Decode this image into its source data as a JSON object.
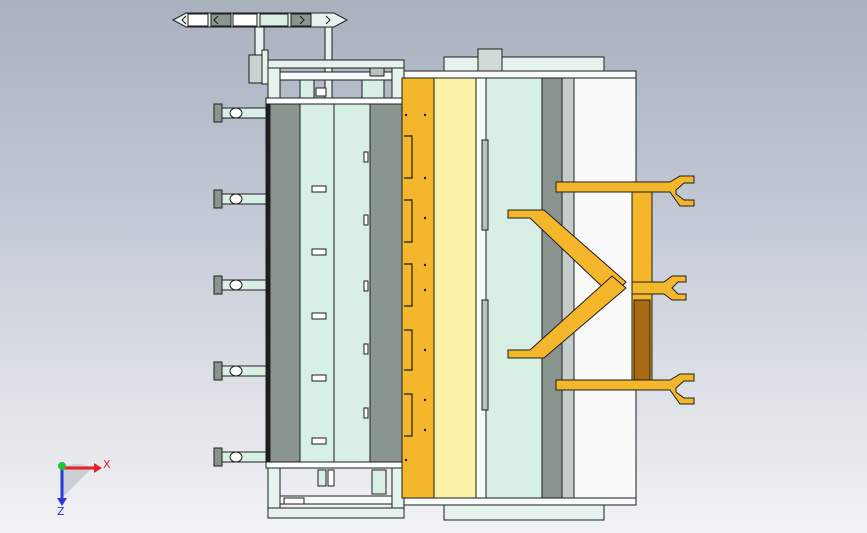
{
  "viewport": {
    "background_top": "#a9b1bf",
    "background_bottom": "#f2f3f6"
  },
  "triad": {
    "x_label": "X",
    "z_label": "Z",
    "x_color": "#e8202a",
    "y_color": "#22c33a",
    "z_color": "#2a36e0"
  },
  "model": {
    "outline_color": "#1e1e1e",
    "frame_color": "#e6f2ee",
    "dark_panel_color": "#8a958f",
    "mint_panel_color": "#d8efe6",
    "orange_color": "#f4b62a",
    "yellow_color": "#fbf2a8",
    "white_panel_color": "#fafafa",
    "clamp_count": 5,
    "arm_count": 3
  }
}
